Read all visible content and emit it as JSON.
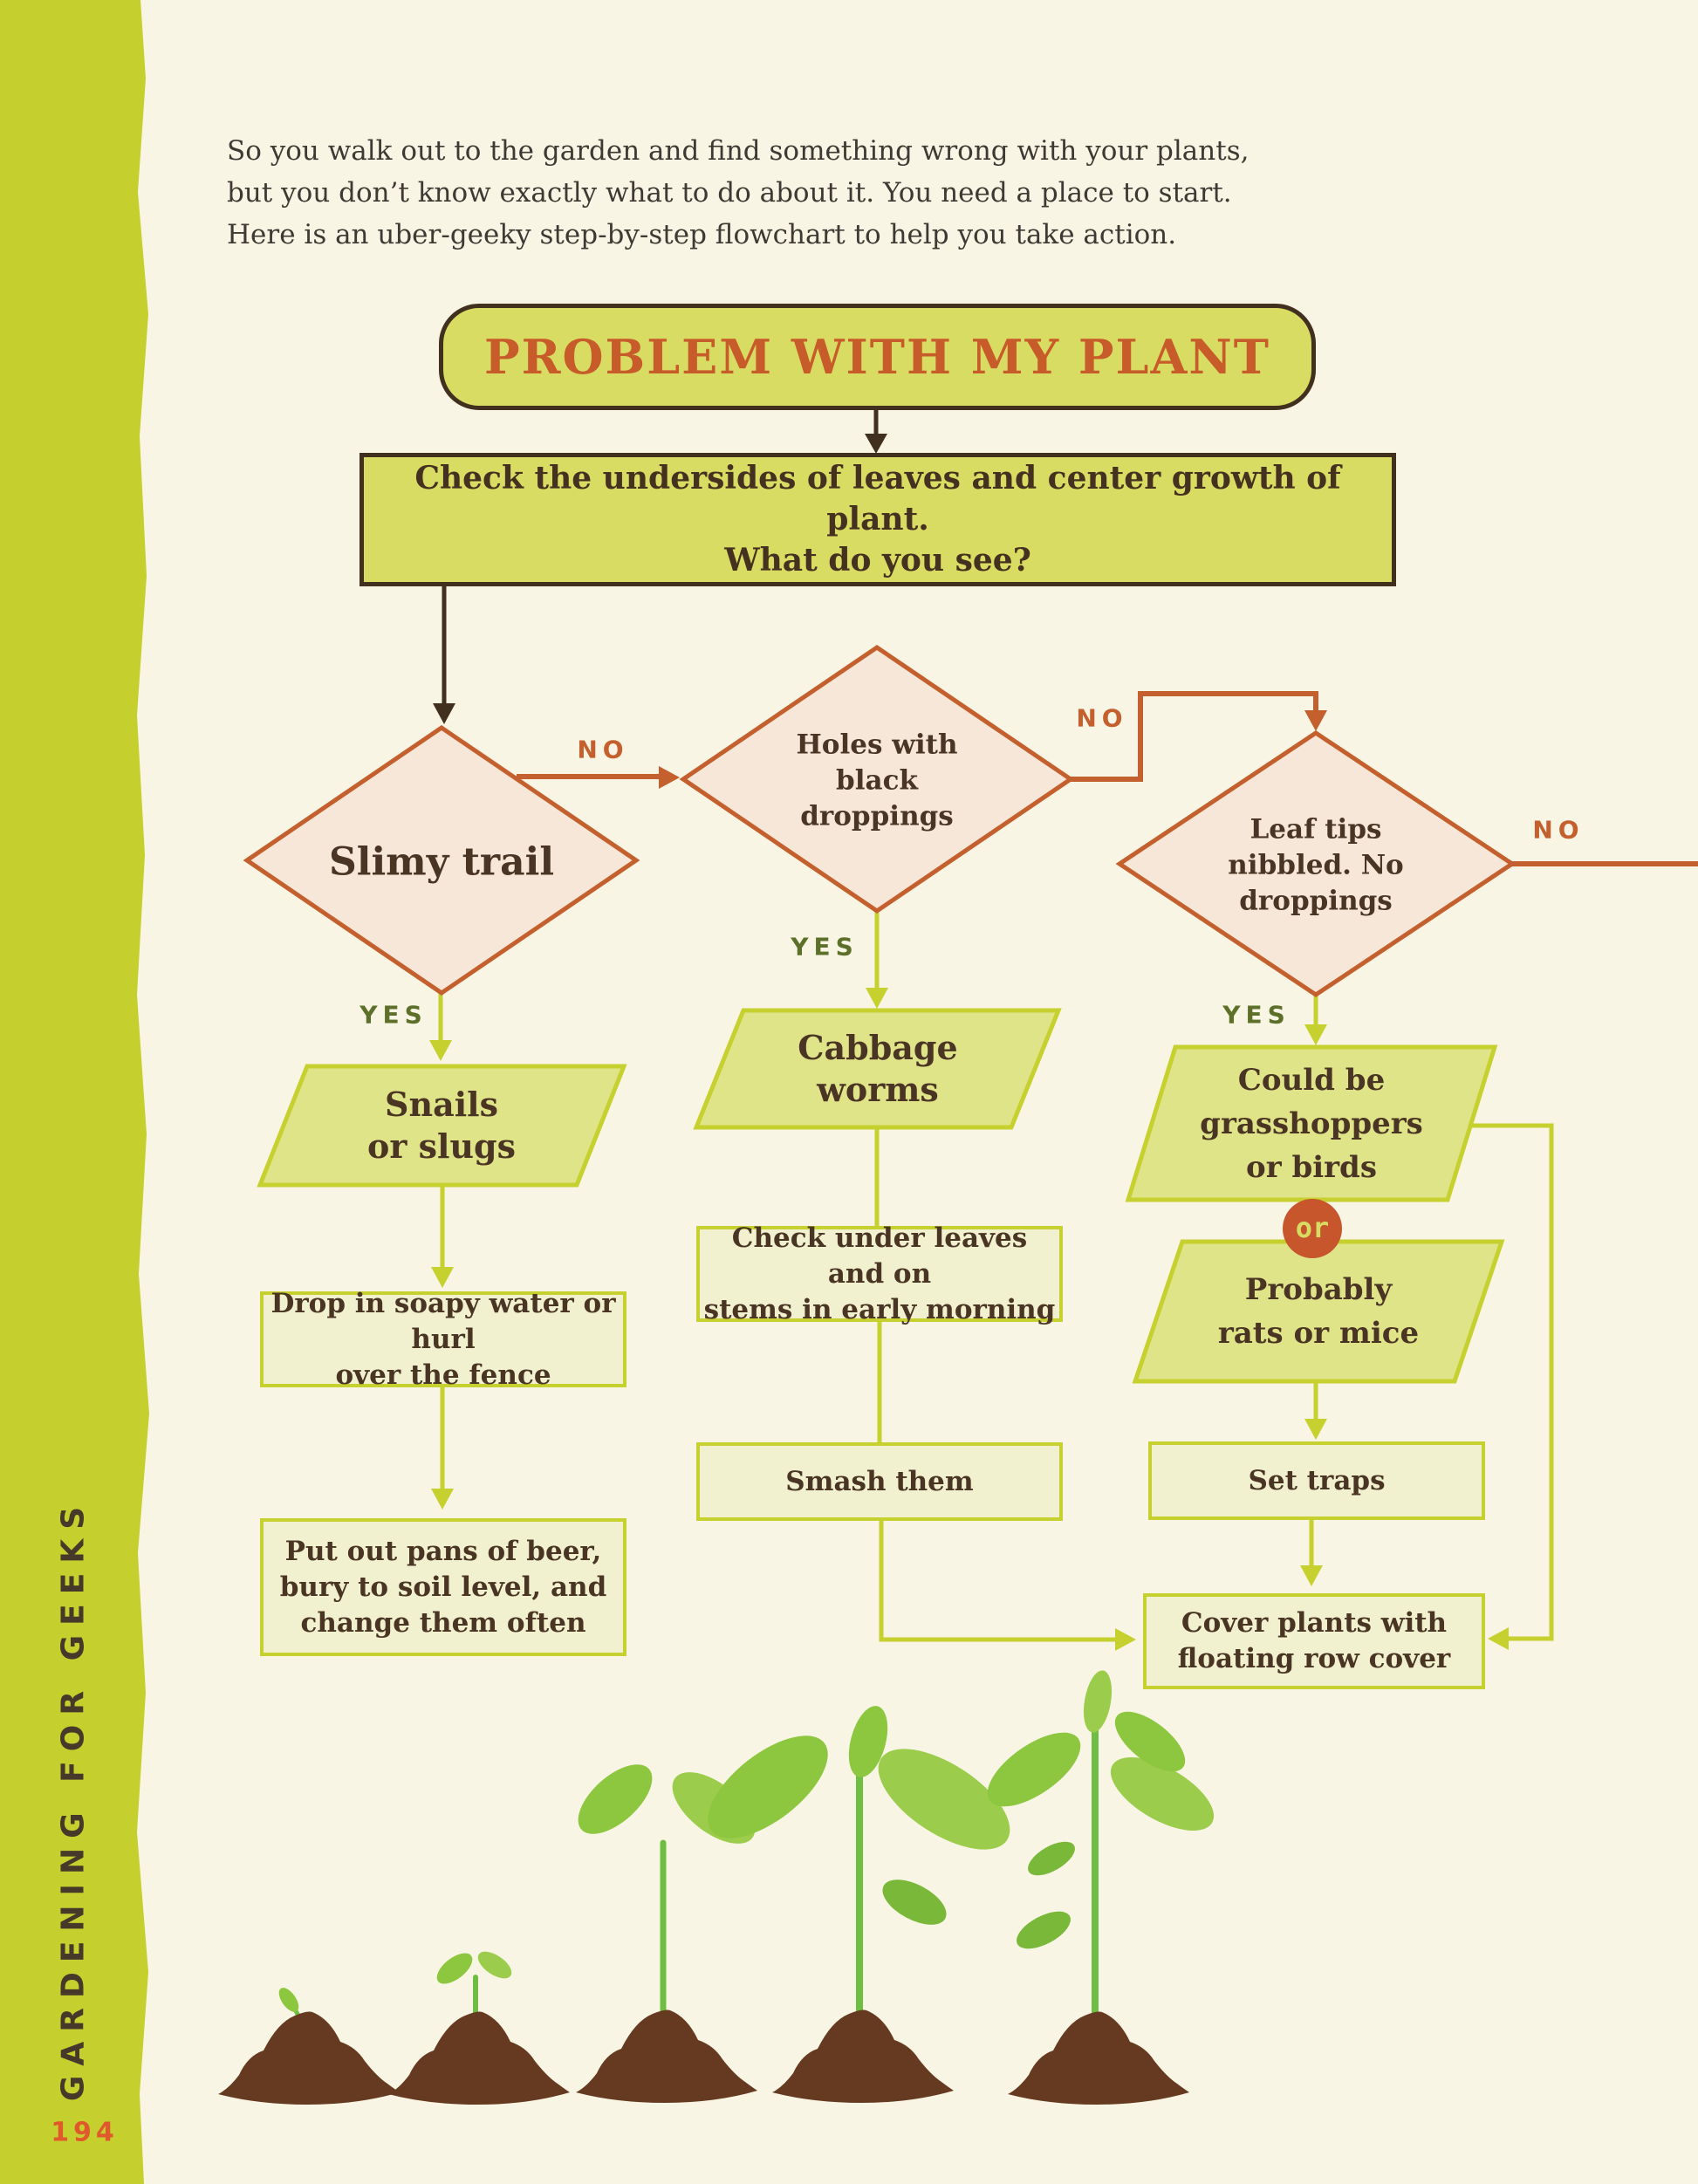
{
  "colors": {
    "background": "#f9f5e4",
    "sidebar_chartreuse": "#c5cf2d",
    "node_yellow": "#d9dc63",
    "node_border_brown": "#42301f",
    "diamond_fill": "#f6e7d9",
    "diamond_orange": "#c4602e",
    "parallelogram_fill": "#e0e488",
    "action_box_fill": "#f1f1cf",
    "flow_green": "#c6d02f",
    "yes_olive": "#5d7029",
    "no_orange": "#c4602e",
    "title_orange": "#c75b2a",
    "or_badge_orange": "#c8562c",
    "text_brown": "#4a3524"
  },
  "sidebar": {
    "title": "GARDENING FOR GEEKS",
    "page_number": "194"
  },
  "intro": "So you walk out to the garden and find something wrong with your plants, but you don’t know exactly what to do about it. You need a place to start. Here is an uber-geeky step-by-step flowchart to help you take action.",
  "flowchart": {
    "start": "PROBLEM WITH MY PLANT",
    "check_box": {
      "line1": "Check the undersides of leaves and center growth of plant.",
      "line2": "What do you see?"
    },
    "labels": {
      "yes": "YES",
      "no": "NO",
      "or": "or"
    },
    "decisions": {
      "slimy": {
        "label": "Slimy trail"
      },
      "holes": {
        "line1": "Holes with",
        "line2": "black",
        "line3": "droppings"
      },
      "leaf_tips": {
        "line1": "Leaf tips",
        "line2": "nibbled. No",
        "line3": "droppings"
      }
    },
    "results": {
      "snails": {
        "line1": "Snails",
        "line2": "or slugs"
      },
      "cabbage": {
        "line1": "Cabbage",
        "line2": "worms"
      },
      "grasshoppers": {
        "line1": "Could be",
        "line2": "grasshoppers",
        "line3": "or birds"
      },
      "rats": {
        "line1": "Probably",
        "line2": "rats or mice"
      }
    },
    "actions": {
      "soapy": {
        "line1": "Drop in soapy water or hurl",
        "line2": "over the fence"
      },
      "beer": {
        "line1": "Put out pans of beer,",
        "line2": "bury to soil level, and",
        "line3": "change them often"
      },
      "check_under": {
        "line1": "Check under leaves and on",
        "line2": "stems in early morning"
      },
      "smash": "Smash them",
      "traps": "Set traps",
      "cover": {
        "line1": "Cover plants with",
        "line2": "floating row cover"
      }
    }
  }
}
